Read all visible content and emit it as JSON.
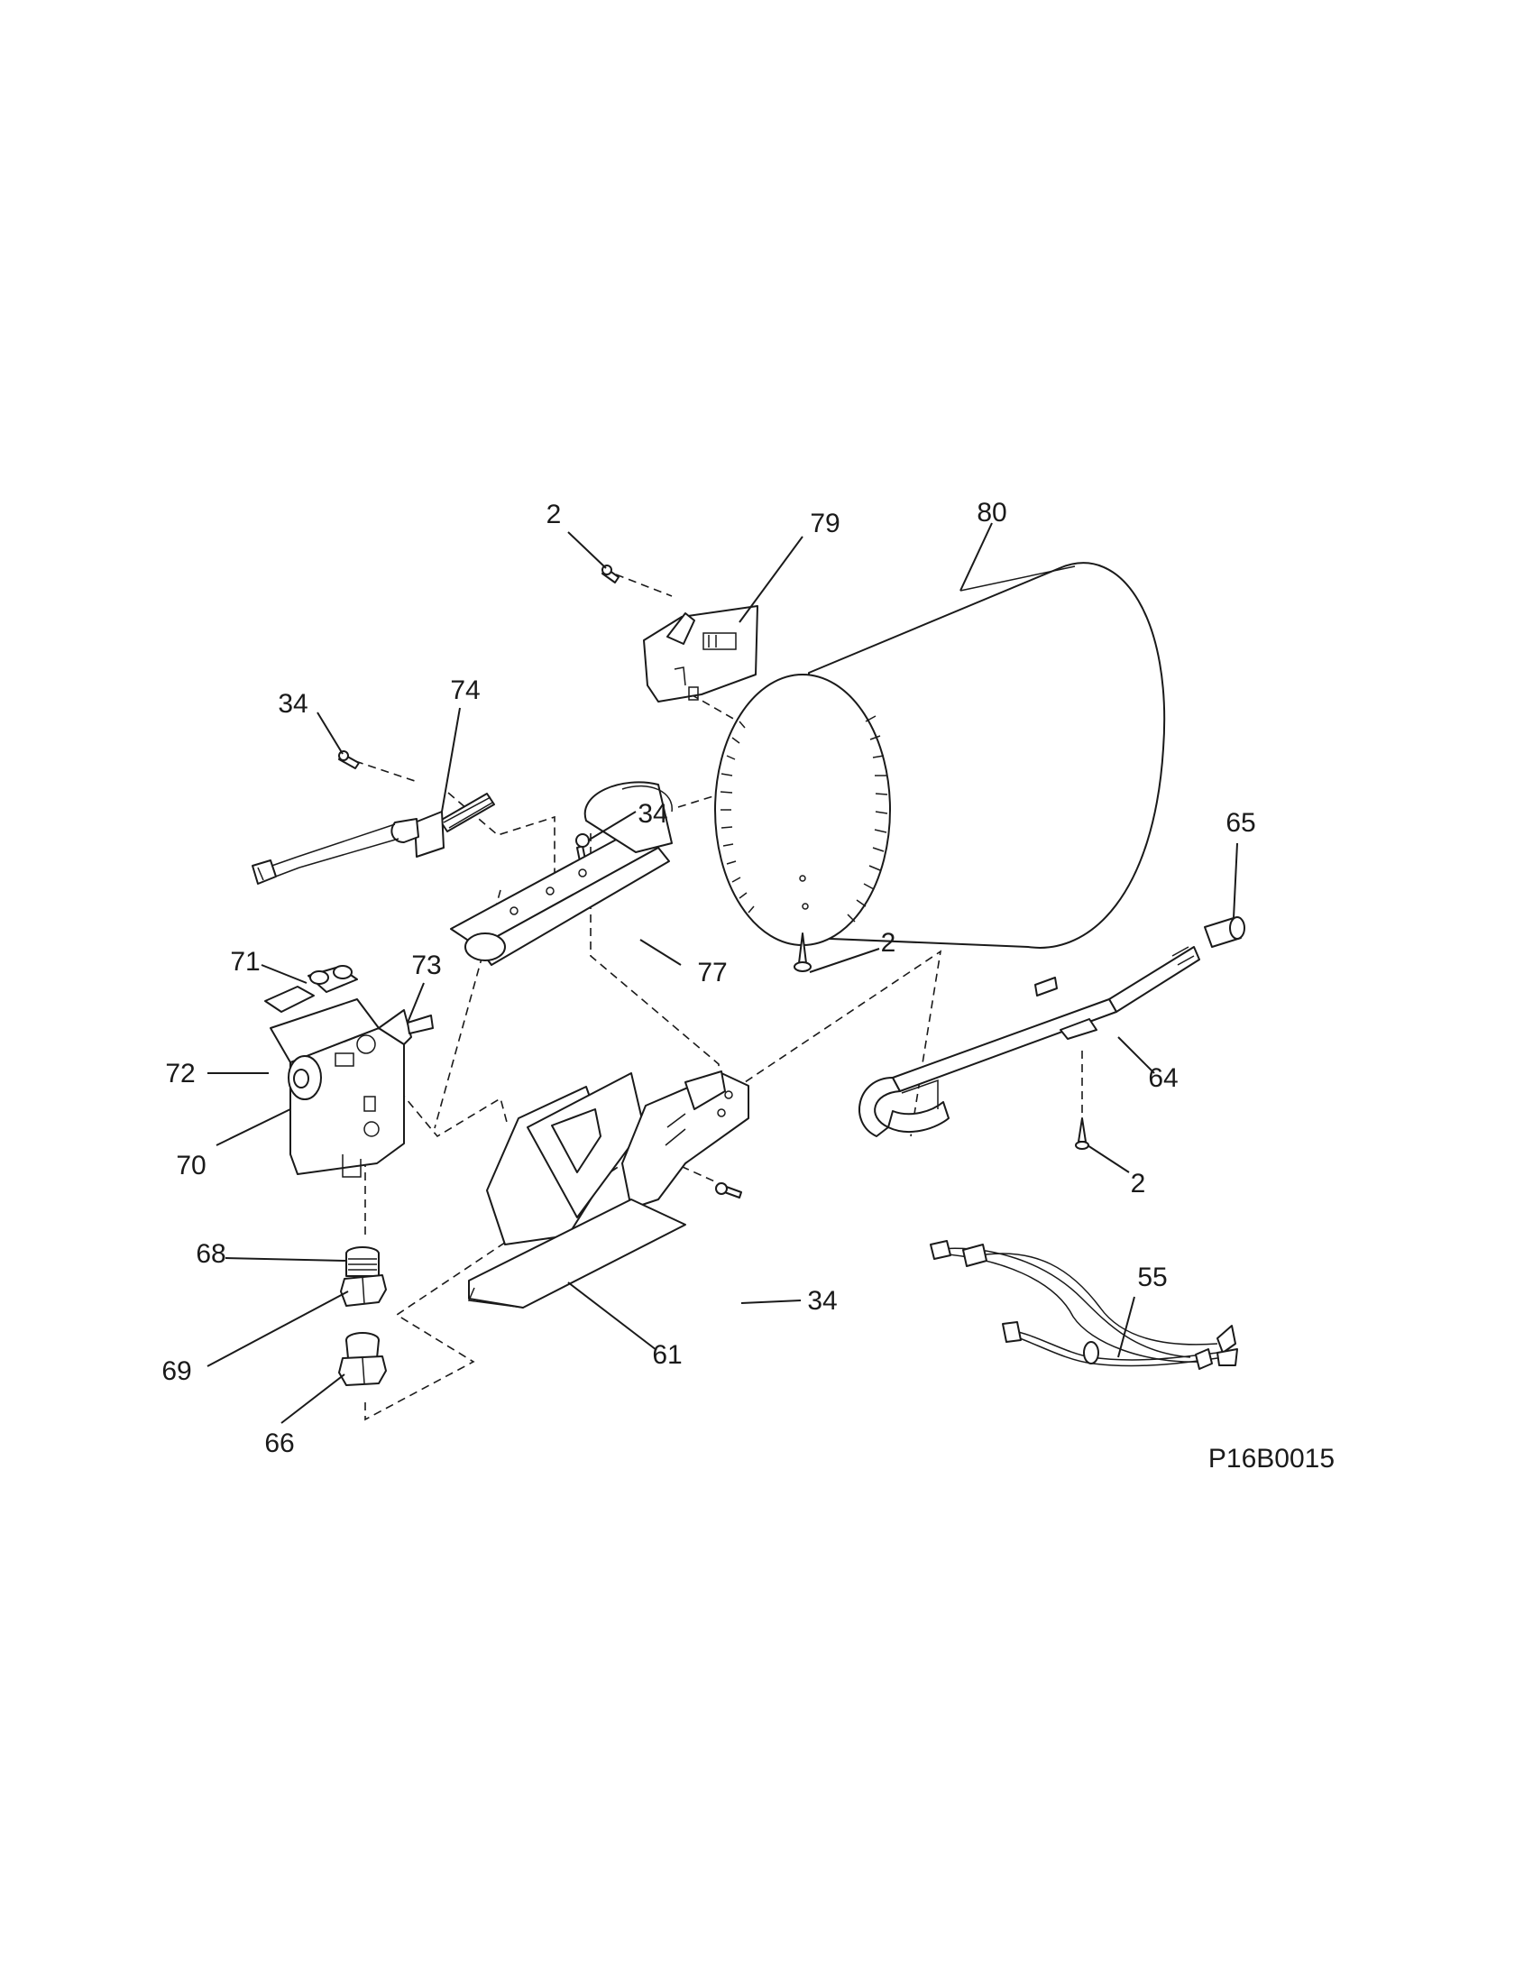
{
  "diagram": {
    "reference_code": "P16B0015",
    "callouts": {
      "c2_top": "2",
      "c79": "79",
      "c80": "80",
      "c34_left": "34",
      "c74": "74",
      "c34_mid": "34",
      "c65": "65",
      "c71": "71",
      "c73": "73",
      "c2_mid": "2",
      "c77": "77",
      "c72": "72",
      "c64": "64",
      "c70": "70",
      "c2_right": "2",
      "c68": "68",
      "c34_bottom": "34",
      "c55": "55",
      "c69": "69",
      "c61": "61",
      "c66": "66"
    }
  }
}
